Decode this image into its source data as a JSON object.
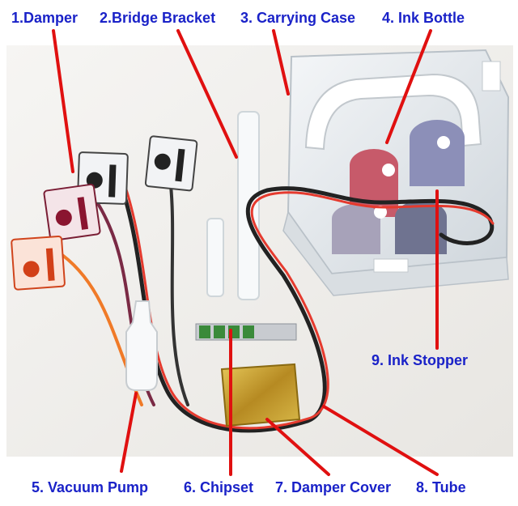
{
  "labels": {
    "damper": "1.Damper",
    "bridge_bracket": "2.Bridge Bracket",
    "carrying_case": "3. Carrying Case",
    "ink_bottle": "4. Ink Bottle",
    "vacuum_pump": "5. Vacuum Pump",
    "chipset": "6. Chipset",
    "damper_cover": "7. Damper Cover",
    "tube": "8. Tube",
    "ink_stopper": "9. Ink Stopper"
  },
  "colors": {
    "label_text": "#1a22c8",
    "callout_line": "#e01010",
    "photo_background": "#f1f0ee"
  }
}
